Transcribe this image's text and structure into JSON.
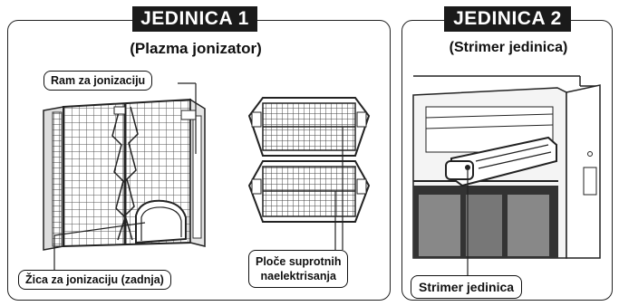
{
  "unit1": {
    "title": "JEDINICA 1",
    "subtitle": "(Plazma jonizator)",
    "labels": {
      "frame": "Ram za jonizaciju",
      "wire": "Žica za jonizaciju (zadnja)",
      "plates_line1": "Ploče suprotnih",
      "plates_line2": "naelektrisanja"
    }
  },
  "unit2": {
    "title": "JEDINICA 2",
    "subtitle": "(Strimer jedinica)",
    "labels": {
      "streamer": "Strimer jedinica"
    }
  }
}
